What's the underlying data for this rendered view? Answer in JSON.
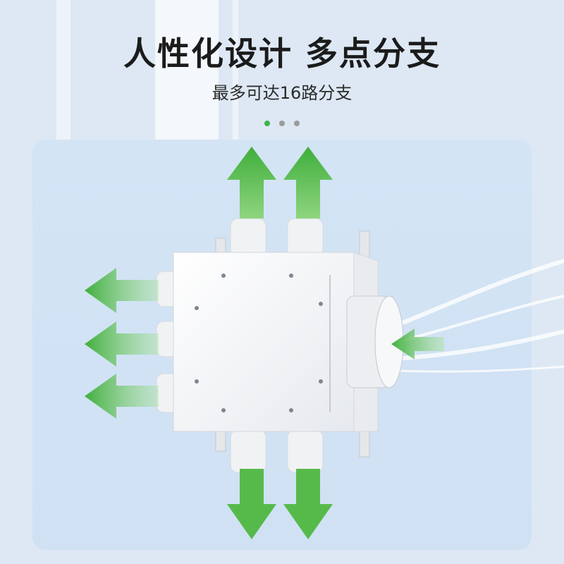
{
  "heading": {
    "title": "人性化设计 多点分支",
    "subtitle": "最多可达16路分支"
  },
  "pager": {
    "dots": [
      {
        "state": "active",
        "color": "#3cb44a"
      },
      {
        "state": "inactive",
        "color": "#9a9a9a"
      },
      {
        "state": "inactive",
        "color": "#9a9a9a"
      }
    ]
  },
  "colors": {
    "arrow_green": "#4db84a",
    "box_white": "#f6f7f9",
    "background": "#dde8f4"
  },
  "icons": [
    "outflow-arrow-icon",
    "inflow-arrow-icon",
    "duct-collar-icon",
    "mounting-bracket-icon"
  ]
}
